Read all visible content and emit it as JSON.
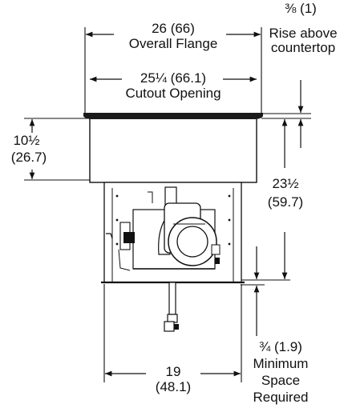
{
  "labels": {
    "overall_flange": {
      "value": "26 (66)",
      "name": "Overall Flange"
    },
    "cutout_opening": {
      "value": "25¼ (66.1)",
      "name": "Cutout Opening"
    },
    "rise": {
      "value": "⅜ (1)",
      "line1": "Rise above",
      "line2": "countertop"
    },
    "well_depth": {
      "value": "10½",
      "metric": "(26.7)"
    },
    "total_height": {
      "value": "23½",
      "metric": "(59.7)"
    },
    "min_space": {
      "value": "¾ (1.9)",
      "line1": "Minimum",
      "line2": "Space",
      "line3": "Required"
    },
    "base_width": {
      "value": "19",
      "metric": "(48.1)"
    }
  },
  "colors": {
    "line": "#111111",
    "flange": "#1a1a1a",
    "body": "#ffffff"
  }
}
